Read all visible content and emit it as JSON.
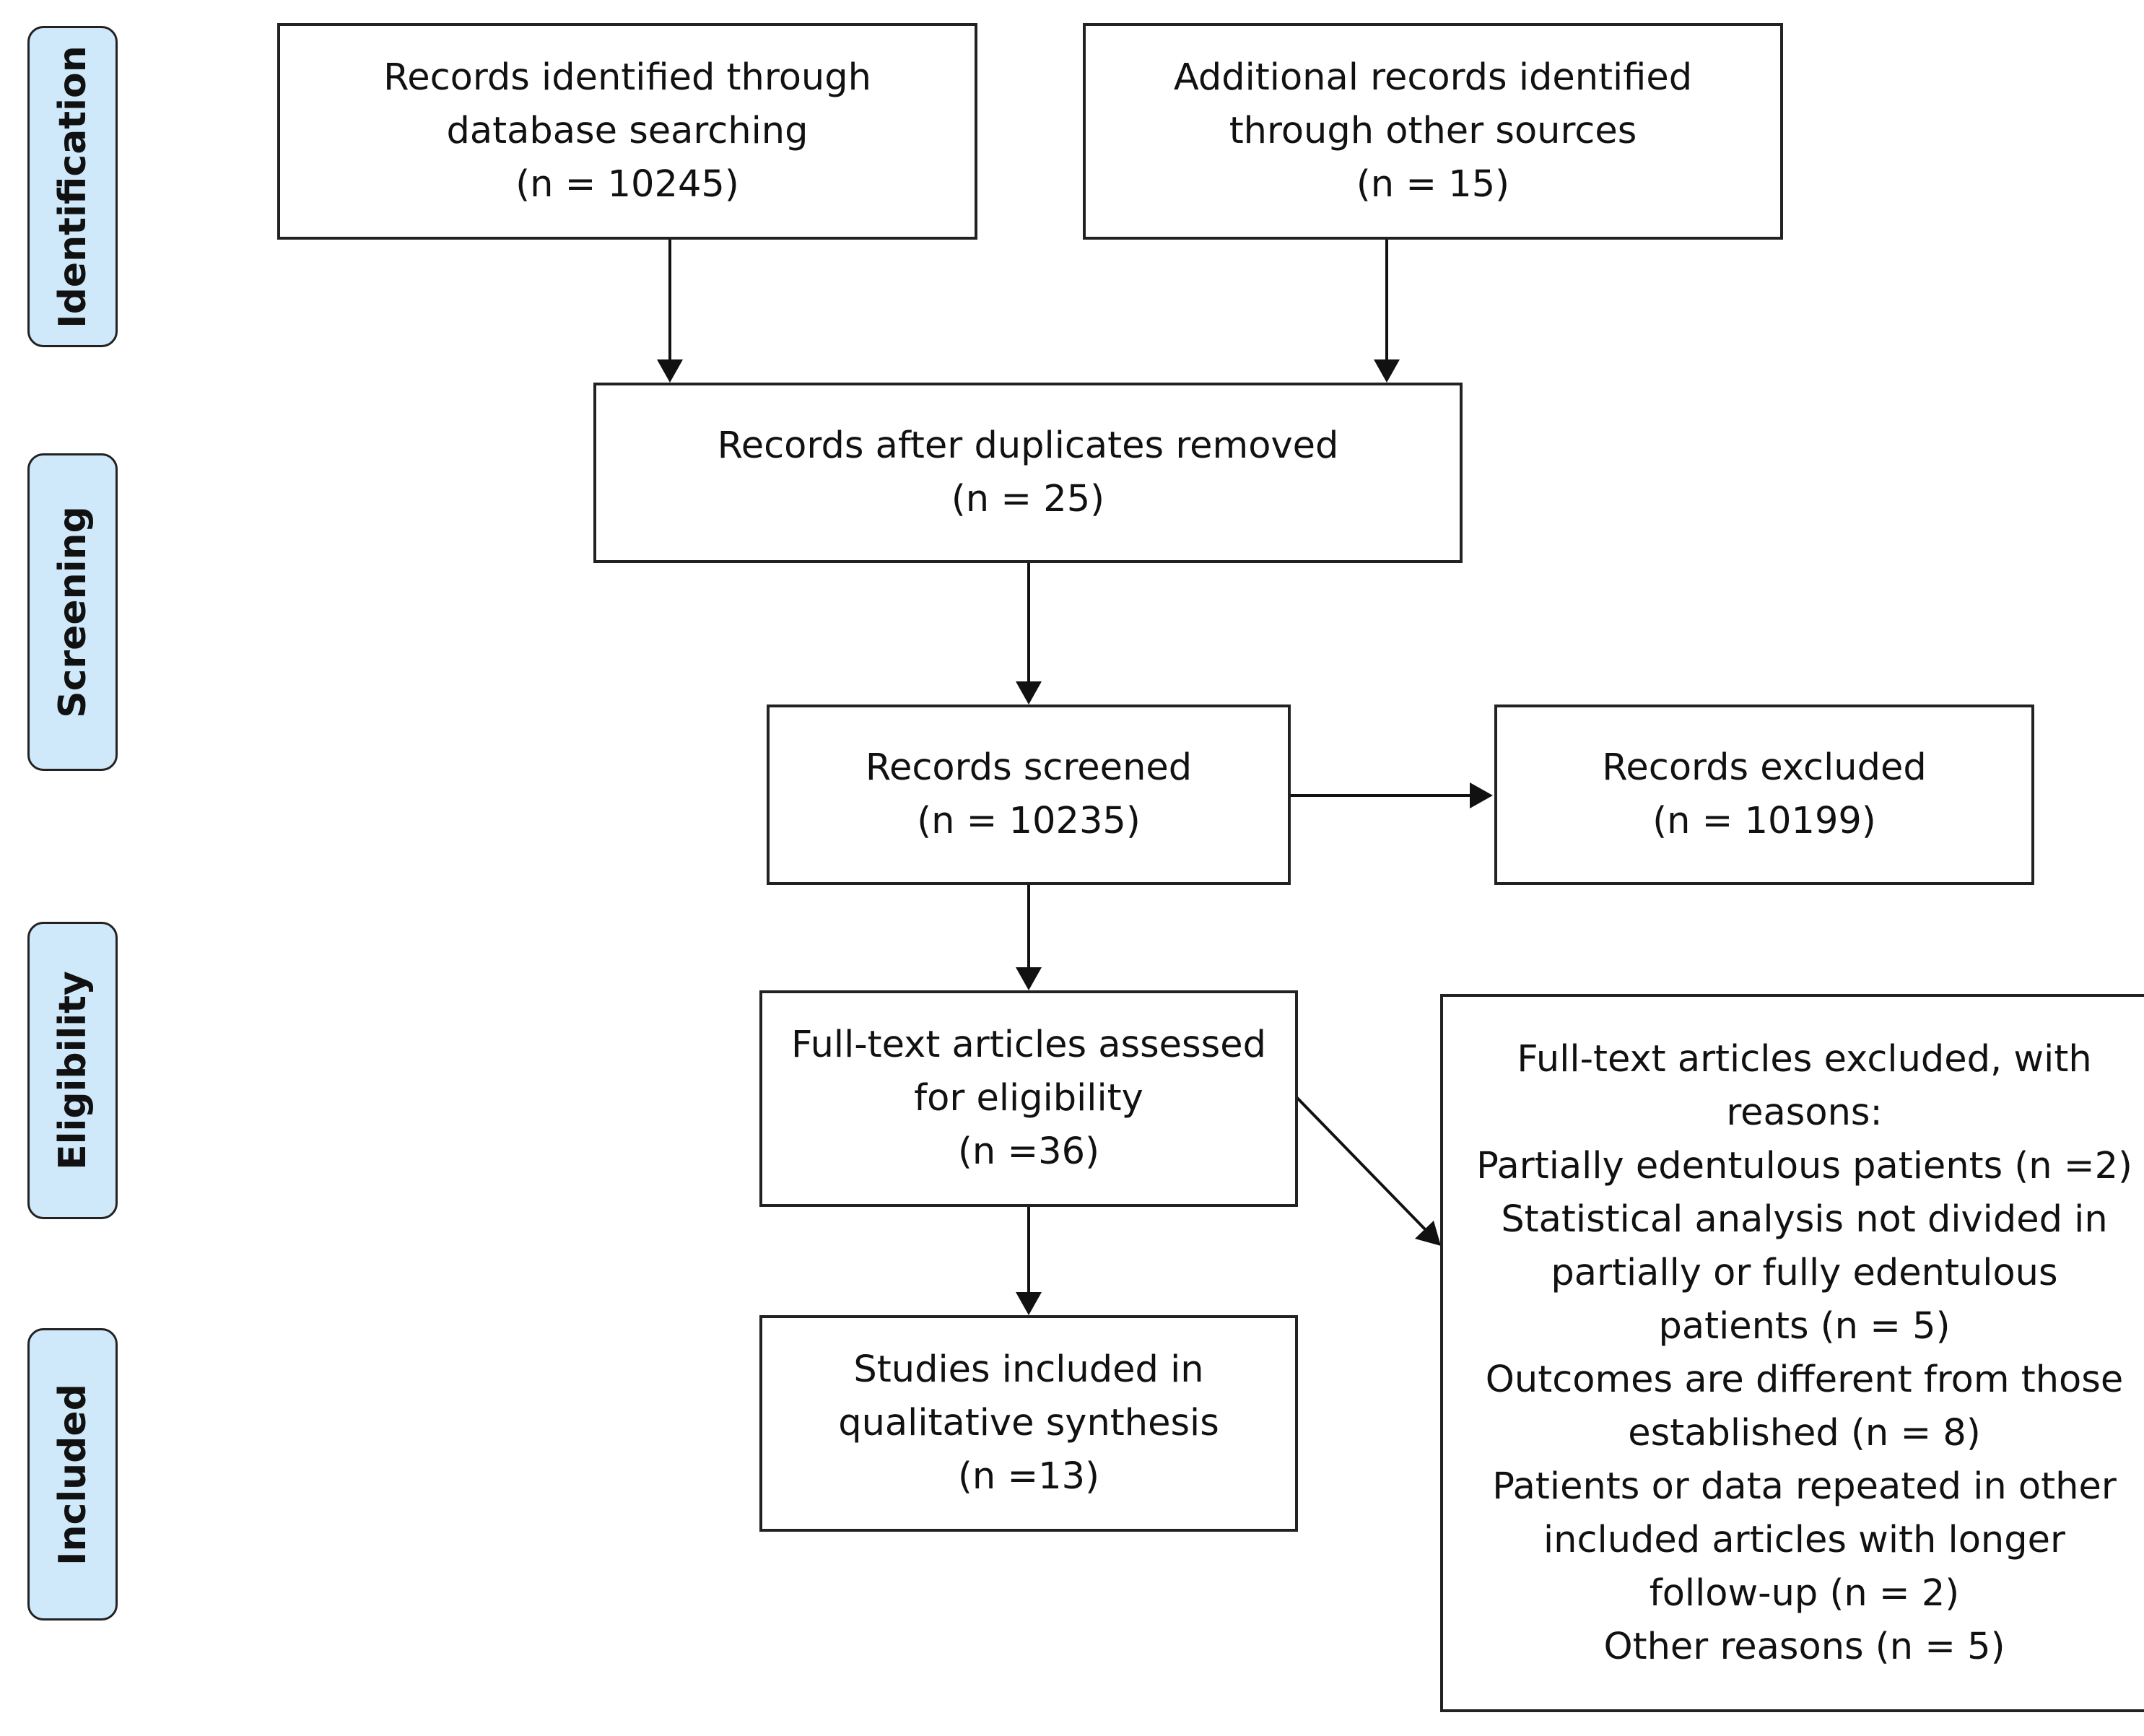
{
  "phases": {
    "identification": "Identification",
    "screening": "Screening",
    "eligibility": "Eligibility",
    "included": "Included"
  },
  "boxes": {
    "database": {
      "lines": [
        "Records identified through",
        "database searching",
        "(n = 10245)"
      ]
    },
    "other_sources": {
      "lines": [
        "Additional records identified",
        "through other sources",
        "(n = 15)"
      ]
    },
    "after_duplicates": {
      "lines": [
        "Records after duplicates removed",
        "(n = 25)"
      ]
    },
    "screened": {
      "lines": [
        "Records screened",
        "(n = 10235)"
      ]
    },
    "excluded": {
      "lines": [
        "Records excluded",
        "(n = 10199)"
      ]
    },
    "fulltext_assessed": {
      "lines": [
        "Full-text articles assessed",
        "for eligibility",
        "(n =36)"
      ]
    },
    "fulltext_excluded": {
      "lines": [
        "Full-text articles excluded, with",
        "reasons:",
        "Partially edentulous patients (n =2)",
        "Statistical analysis not divided in",
        "partially or fully edentulous",
        "patients (n = 5)",
        "Outcomes are different from those",
        "established (n = 8)",
        "Patients or data repeated in other",
        "included articles with longer",
        "follow-up (n = 2)",
        "Other reasons (n = 5)"
      ]
    },
    "included": {
      "lines": [
        "Studies included in",
        "qualitative synthesis",
        "(n =13)"
      ]
    }
  }
}
